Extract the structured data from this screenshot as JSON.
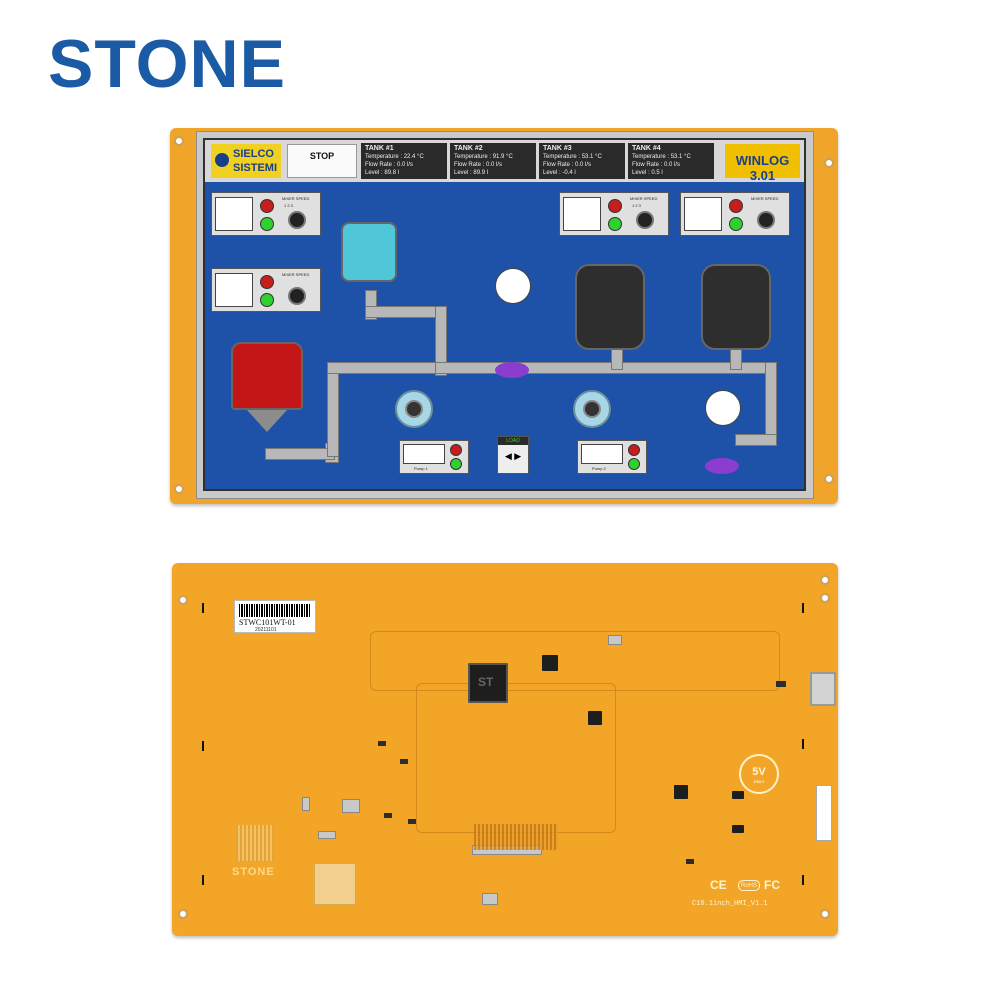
{
  "brand": {
    "name": "STONE",
    "color": "#1b5aa5"
  },
  "hmi_screen": {
    "logo_text": "SIELCO SISTEMI",
    "stop_button": "STOP",
    "app_title": "WINLOG 3.01",
    "tanks": [
      {
        "name": "TANK #1",
        "temperature": "22.4 °C",
        "flow_rate": "0.0 l/s",
        "level": "89.8 l"
      },
      {
        "name": "TANK #2",
        "temperature": "91.9 °C",
        "flow_rate": "0.0 l/s",
        "level": "89.9 l"
      },
      {
        "name": "TANK #3",
        "temperature": "53.1 °C",
        "flow_rate": "0.0 l/s",
        "level": "-0.4 l"
      },
      {
        "name": "TANK #4",
        "temperature": "53.1 °C",
        "flow_rate": "0.0 l/s",
        "level": "0.5 l"
      }
    ],
    "field_labels": {
      "temperature": "Temperature :",
      "flow_rate": "Flow Rate :",
      "level": "Level :"
    },
    "mixer_label": "MIXER SPEED",
    "mixer_scale": "1  2  3",
    "load_label": "LOAD",
    "pump_labels": [
      "Pump 1",
      "Pump 2"
    ],
    "colors": {
      "screen_bg": "#1e52a8",
      "tank_red": "#c41616",
      "tank_cyan": "#4fc7d8",
      "valve": "#8a3dcf"
    }
  },
  "back_board": {
    "sticker_model": "STWC101WT-01",
    "sticker_date": "20211101",
    "silk_brand": "STONE",
    "power_badge": "5V",
    "power_badge_sub": "ONLY",
    "cert_ce": "CE",
    "cert_rohs": "RoHS",
    "cert_fc": "FC",
    "board_model": "C10.1inch_HMI_V1.1",
    "board_color": "#f2a527"
  }
}
